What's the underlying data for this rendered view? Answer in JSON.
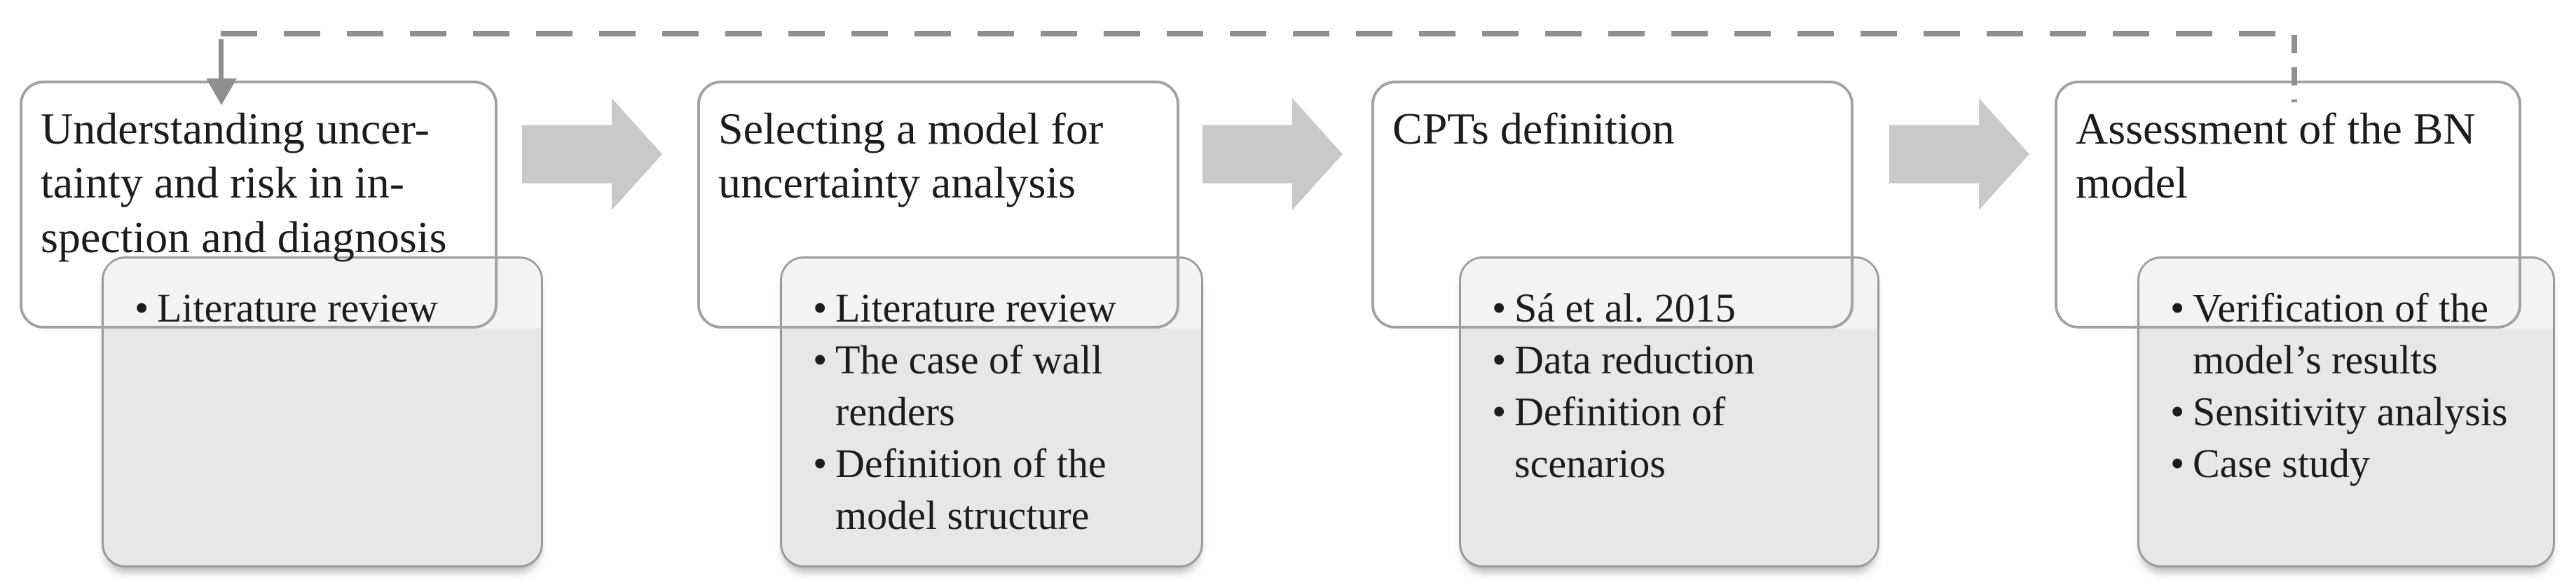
{
  "flowchart": {
    "bullet_char": "•",
    "colors": {
      "title_box_border": "#a2a2a2",
      "detail_box_fill": "#e7e7e7",
      "detail_box_border": "#9a9a9a",
      "flow_arrow_fill": "#c9c9c9",
      "feedback_connector": "#8f8f8f",
      "text": "#1c1c1c"
    },
    "stages": [
      {
        "title": "Understanding uncer-\ntainty and risk in in-\nspection and diagnosis",
        "bullets": [
          "Literature review"
        ]
      },
      {
        "title": "Selecting a model for\nuncertainty analysis",
        "bullets": [
          "Literature review",
          "The case of wall\nrenders",
          "Definition of the\nmodel structure"
        ]
      },
      {
        "title": "CPTs definition",
        "bullets": [
          "Sá et al. 2015",
          "Data reduction",
          "Definition of\nscenarios"
        ]
      },
      {
        "title": "Assessment of the BN\nmodel",
        "bullets": [
          "Verification of the\nmodel’s results",
          "Sensitivity analysis",
          "Case study"
        ]
      }
    ]
  }
}
